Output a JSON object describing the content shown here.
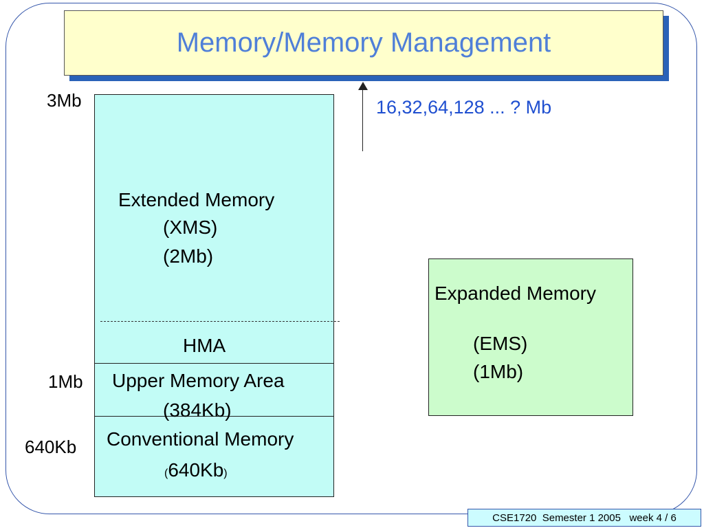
{
  "slide": {
    "title": "Memory/Memory Management",
    "colors": {
      "title_text": "#4f7fd8",
      "title_bg": "#ffffcc",
      "title_shadow": "#2a62b8",
      "frame": "#3355aa"
    }
  },
  "axis_labels": {
    "top": "3Mb",
    "middle": "1Mb",
    "bottom": "640Kb"
  },
  "extended_memory": {
    "title": "Extended Memory",
    "abbrev": "(XMS)",
    "size": "(2Mb)",
    "color": "#c2fcf6"
  },
  "hma": {
    "label": "HMA"
  },
  "upper_memory": {
    "title": "Upper Memory Area",
    "size": "(384Kb)"
  },
  "conventional_memory": {
    "title": "Conventional Memory",
    "size_open": "(",
    "size_value": "640Kb",
    "size_close": ")"
  },
  "growth": {
    "label": "16,32,64,128 ... ? Mb",
    "color": "#1f4fd0",
    "icon": "arrow-up-icon"
  },
  "expanded_memory": {
    "title": "Expanded Memory",
    "abbrev": "(EMS)",
    "size": "(1Mb)",
    "color": "#ccfccc"
  },
  "footer": {
    "text": "CSE1720  Semester 1 2005   week 4 / 6"
  }
}
